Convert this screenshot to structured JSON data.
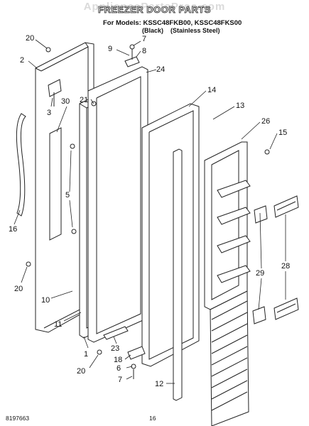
{
  "watermark": "AppliancePartsPros.com",
  "header": {
    "title": "FREEZER DOOR PARTS",
    "models": "For Models: KSSC48FKB00, KSSC48FKS00",
    "finish_black": "(Black)",
    "finish_stainless": "(Stainless Steel)"
  },
  "callouts": {
    "c1": "1",
    "c2": "2",
    "c3": "3",
    "c5": "5",
    "c6": "6",
    "c7a": "7",
    "c7b": "7",
    "c8": "8",
    "c9": "9",
    "c10": "10",
    "c11": "11",
    "c12": "12",
    "c13": "13",
    "c14": "14",
    "c15": "15",
    "c16": "16",
    "c18": "18",
    "c20a": "20",
    "c20b": "20",
    "c20c": "20",
    "c21": "21",
    "c23": "23",
    "c24": "24",
    "c26": "26",
    "c28": "28",
    "c29": "29",
    "c30": "30"
  },
  "footer": {
    "doc_number": "8197663",
    "page_number": "16"
  }
}
